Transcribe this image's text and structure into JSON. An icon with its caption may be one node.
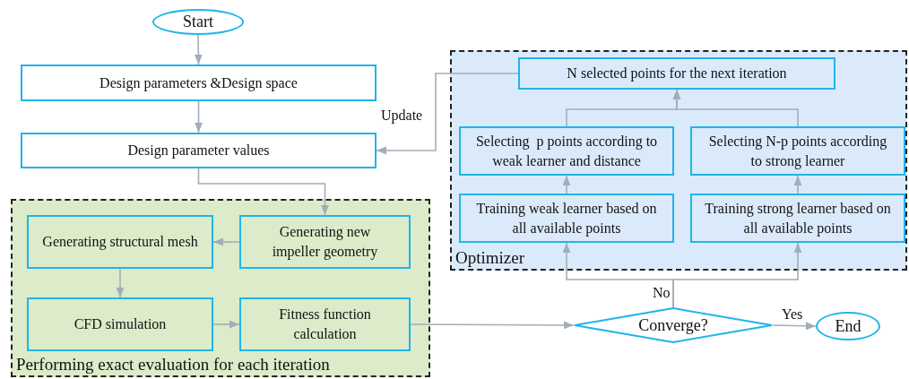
{
  "diagram": {
    "nodes": [
      {
        "text": [
          "Start"
        ]
      },
      {
        "text": [
          "Design parameters &Design space"
        ]
      },
      {
        "text": [
          "Design parameter values"
        ]
      },
      {
        "text": [
          "Performing exact evaluation for each iteration"
        ]
      },
      {
        "text": [
          "Generating structural mesh"
        ],
        "in": 3
      },
      {
        "text": [
          "Generating new impeller geometry"
        ],
        "in": 3
      },
      {
        "text": [
          "CFD simulation"
        ],
        "in": 3
      },
      {
        "text": [
          "Fitness function calculation"
        ],
        "in": 3
      },
      {
        "text": [
          "Optimizer"
        ]
      },
      {
        "text": [
          "N selected points for the next iteration"
        ],
        "in": 8
      },
      {
        "text": [
          "Selecting  p points according to weak learner and distance"
        ],
        "in": 8
      },
      {
        "text": [
          "Selecting N-p points according to strong learner"
        ],
        "in": 8
      },
      {
        "text": [
          "Training weak learner based on all available points"
        ],
        "in": 8
      },
      {
        "text": [
          "Training strong learner based on all available points"
        ],
        "in": 8
      },
      {
        "text": [
          "Converge?"
        ]
      },
      {
        "text": [
          "End"
        ]
      }
    ],
    "edges": [
      {
        "from": 0,
        "to": 1,
        "arrow": "to"
      },
      {
        "from": 1,
        "to": 2,
        "arrow": "to"
      },
      {
        "from": 2,
        "to": 5,
        "arrow": "to"
      },
      {
        "from": 5,
        "to": 4,
        "arrow": "to"
      },
      {
        "from": 4,
        "to": 6,
        "arrow": "to"
      },
      {
        "from": 6,
        "to": 7,
        "arrow": "to"
      },
      {
        "from": 7,
        "to": 14,
        "arrow": "to"
      },
      {
        "from": 14,
        "to": 12,
        "arrow": "to",
        "label": "No"
      },
      {
        "from": 14,
        "to": 13,
        "arrow": "to"
      },
      {
        "from": 14,
        "to": 15,
        "arrow": "to",
        "label": "Yes"
      },
      {
        "from": 12,
        "to": 10,
        "arrow": "to"
      },
      {
        "from": 13,
        "to": 11,
        "arrow": "to"
      },
      {
        "from": 10,
        "to": 9,
        "arrow": "to"
      },
      {
        "from": 11,
        "to": 9,
        "arrow": "to"
      },
      {
        "from": 9,
        "to": 2,
        "arrow": "to",
        "label": "Update"
      }
    ]
  }
}
